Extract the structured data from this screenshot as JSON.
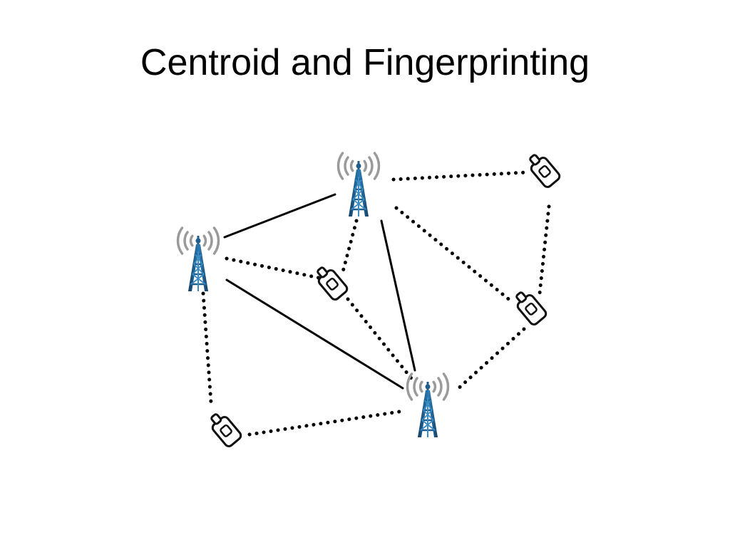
{
  "slide": {
    "title": "Centroid and Fingerprinting"
  },
  "diagram": {
    "nodes": [
      {
        "id": "tower-top",
        "kind": "cell-tower"
      },
      {
        "id": "tower-left",
        "kind": "cell-tower"
      },
      {
        "id": "tower-bottom",
        "kind": "cell-tower"
      },
      {
        "id": "phone-top-right",
        "kind": "mobile-phone"
      },
      {
        "id": "phone-center",
        "kind": "mobile-phone"
      },
      {
        "id": "phone-right",
        "kind": "mobile-phone"
      },
      {
        "id": "phone-bottom-left",
        "kind": "mobile-phone"
      }
    ],
    "solid_links": [
      [
        "tower-left",
        "tower-top"
      ],
      [
        "tower-top",
        "tower-bottom"
      ],
      [
        "tower-left",
        "tower-bottom"
      ]
    ],
    "dotted_links": [
      [
        "tower-top",
        "phone-top-right"
      ],
      [
        "phone-top-right",
        "phone-right"
      ],
      [
        "tower-top",
        "phone-right"
      ],
      [
        "phone-right",
        "tower-bottom"
      ],
      [
        "tower-top",
        "phone-center"
      ],
      [
        "tower-left",
        "phone-center"
      ],
      [
        "phone-center",
        "tower-bottom"
      ],
      [
        "tower-left",
        "phone-bottom-left"
      ],
      [
        "phone-bottom-left",
        "tower-bottom"
      ]
    ],
    "colors": {
      "tower": "#1f5d8a",
      "tower_light": "#3a8cc4",
      "waves": "#9a9a9a",
      "line": "#000000"
    }
  }
}
